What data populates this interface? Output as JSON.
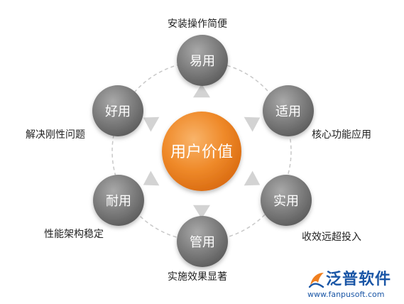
{
  "center": {
    "label": "用户价值"
  },
  "nodes": [
    {
      "label": "易用",
      "caption": "安装操作简便"
    },
    {
      "label": "适用",
      "caption": "核心功能应用"
    },
    {
      "label": "实用",
      "caption": "收效远超投入"
    },
    {
      "label": "管用",
      "caption": "实施效果显著"
    },
    {
      "label": "耐用",
      "caption": "性能架构稳定"
    },
    {
      "label": "好用",
      "caption": "解决刚性问题"
    }
  ],
  "logo": {
    "name": "泛普软件",
    "url": "www.fanpusoft.com"
  },
  "colors": {
    "center": "#f07f1f",
    "node": "#7f7f7f",
    "arrow": "#d3d3d3",
    "ring": "#c8c8c8",
    "brand": "#1a56a6"
  }
}
